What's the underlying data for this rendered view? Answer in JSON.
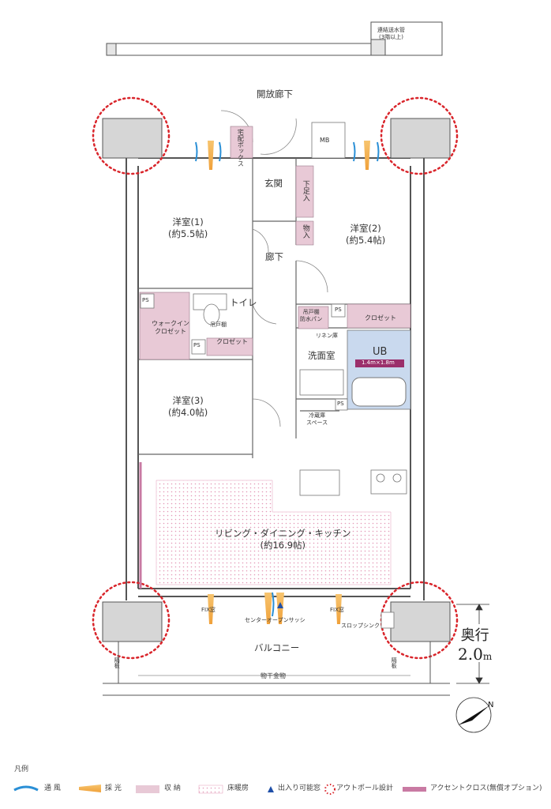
{
  "top": {
    "corridor_label": "開放廊下",
    "water_pipe_label_1": "連結送水管",
    "water_pipe_label_2": "(3階以上)"
  },
  "rooms": {
    "western1_name": "洋室(1)",
    "western1_size": "(約5.5帖)",
    "western2_name": "洋室(2)",
    "western2_size": "(約5.4帖)",
    "western3_name": "洋室(3)",
    "western3_size": "(約4.0帖)",
    "ldk_name": "リビング・ダイニング・キッチン",
    "ldk_size": "(約16.9帖)",
    "entrance": "玄関",
    "hallway": "廊下",
    "toilet": "トイレ",
    "washroom": "洗面室",
    "ub_label": "UB",
    "ub_size": "1.4m×1.8m",
    "balcony": "バルコニー"
  },
  "fixtures": {
    "delivery_box": "宅配ボックス",
    "mb": "MB",
    "shoe_box": "下足入",
    "storage": "物入",
    "walk_in_closet_1": "ウォークイン",
    "walk_in_closet_2": "クロゼット",
    "closet": "クロゼット",
    "closet2": "クロゼット",
    "ps": "PS",
    "hanging_shelf": "吊戸棚",
    "hanging_shelf2_1": "吊戸棚",
    "hanging_shelf2_2": "防水パン",
    "linen": "リネン庫",
    "fridge_1": "冷蔵庫",
    "fridge_2": "スペース",
    "fix_window": "FIX窓",
    "center_sash": "センターオープンサッシ",
    "slop_sink": "スロップシンク",
    "clothesline": "物干金物",
    "partition": "隔板"
  },
  "depth": {
    "label": "奥行",
    "value": "2.0",
    "unit": "m"
  },
  "legend": {
    "title": "凡例",
    "ventilation": "通 風",
    "daylight": "採 光",
    "storage": "収 納",
    "floor_heating": "床暖房",
    "access_window": "出入り可能窓",
    "outpole": "アウトポール設計",
    "accent_cross": "アクセントクロス(無償オプション)"
  },
  "colors": {
    "wall": "#555555",
    "storage_pink": "#e8c9d6",
    "accent": "#c97aa3",
    "ub_blue": "#c9d9ee",
    "ub_label_bg": "#9b2f6b",
    "pillar_grey": "#d6d6d6",
    "outpole_red": "#d9252b",
    "ventilation_blue": "#2a8fd6",
    "daylight_orange": "#f0a13a",
    "floor_heating_dots": "#e39ab8"
  }
}
